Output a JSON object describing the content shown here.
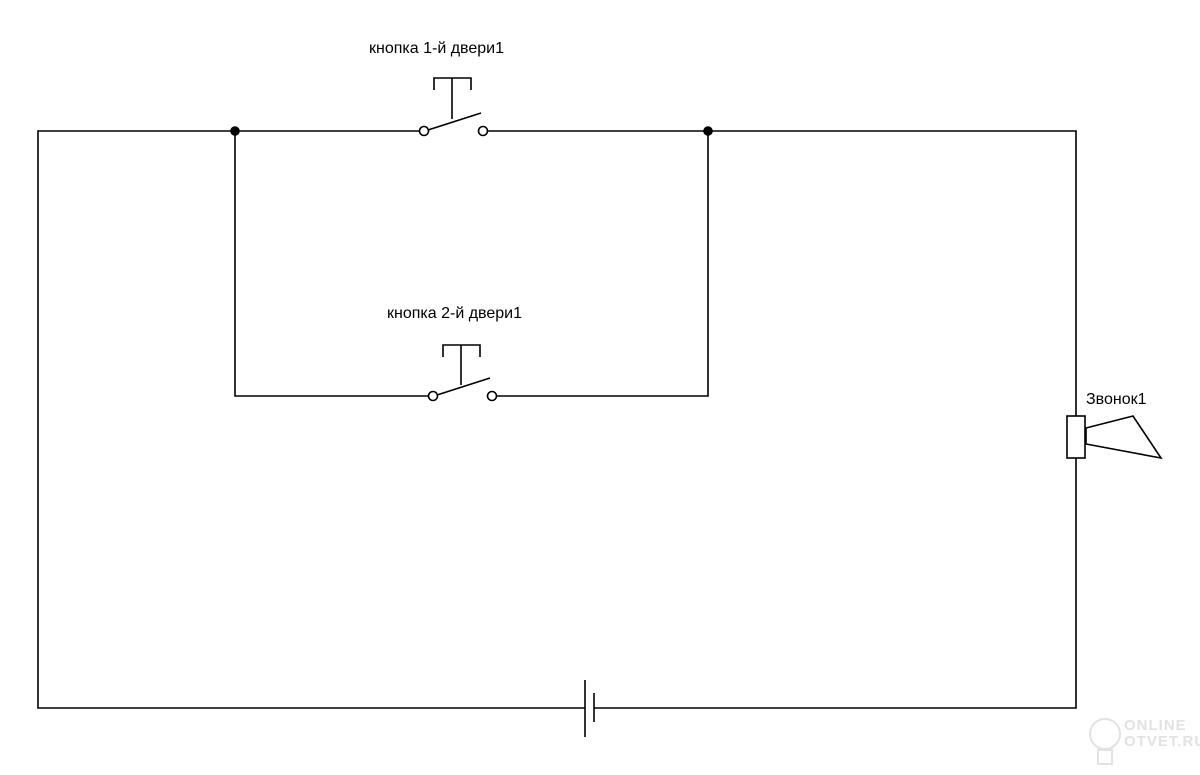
{
  "labels": {
    "button1": "кнопка 1-й двери1",
    "button2": "кнопка 2-й двери1",
    "bell": "Звонок1"
  },
  "watermark": {
    "line1": "ONLINE",
    "line2": "OTVET.RU"
  },
  "colors": {
    "wire": "#000000",
    "background": "#ffffff",
    "watermark": "#e2e2e2"
  }
}
